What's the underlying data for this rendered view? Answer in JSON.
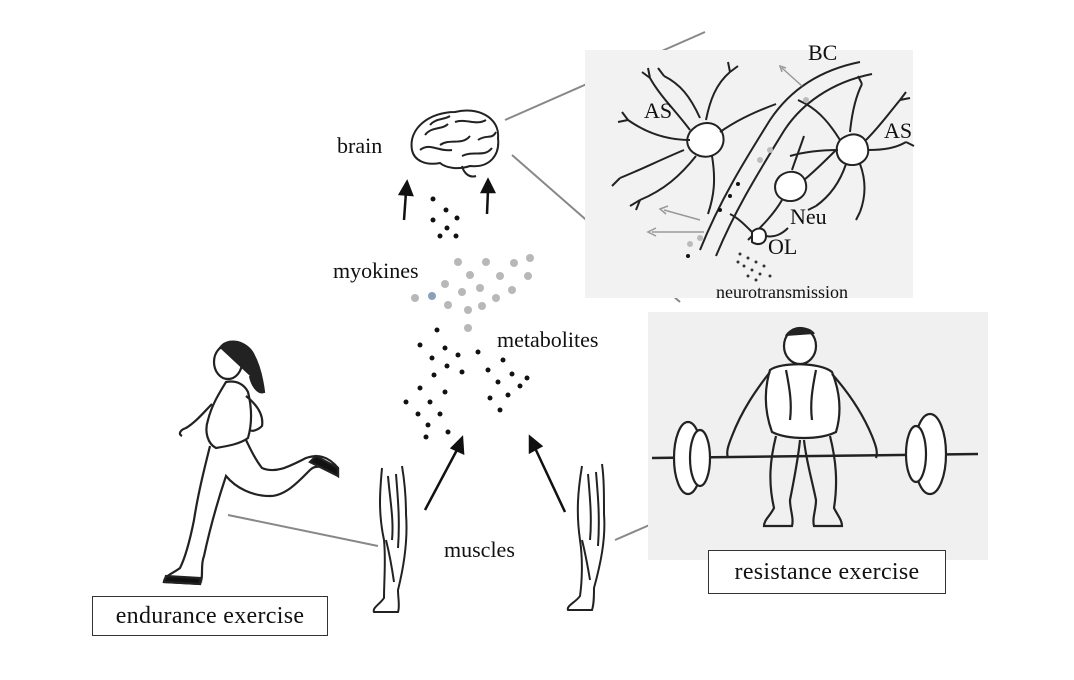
{
  "labels": {
    "brain": "brain",
    "myokines": "myokines",
    "metabolites": "metabolites",
    "muscles": "muscles",
    "endurance_exercise": "endurance exercise",
    "resistance_exercise": "resistance exercise"
  },
  "inset": {
    "as_left": "AS",
    "as_right": "AS",
    "bc": "BC",
    "neu": "Neu",
    "ol": "OL",
    "neurotransmission": "neurotransmission"
  },
  "colors": {
    "line": "#222222",
    "dot_dark": "#111111",
    "dot_light": "#b8b8b8",
    "inset_bg": "#f2f2f2",
    "photo_bg": "#f0f0f0"
  }
}
